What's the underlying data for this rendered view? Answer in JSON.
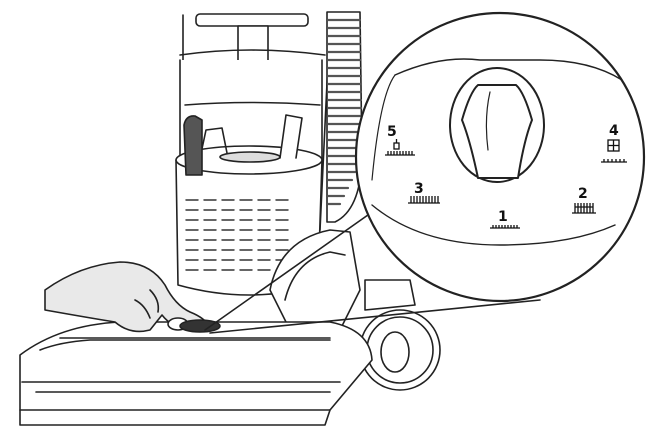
{
  "dial_settings": [
    {
      "number": "1",
      "icon": "carpet-low-pile-icon"
    },
    {
      "number": "2",
      "icon": "carpet-medium-pile-icon"
    },
    {
      "number": "3",
      "icon": "carpet-high-pile-icon"
    },
    {
      "number": "4",
      "icon": "bare-floor-icon"
    },
    {
      "number": "5",
      "icon": "above-floor-tool-icon"
    }
  ],
  "colors": {
    "line": "#222222",
    "hose": "#555555",
    "fill": "#ffffff",
    "shade": "#e6e6e6"
  }
}
